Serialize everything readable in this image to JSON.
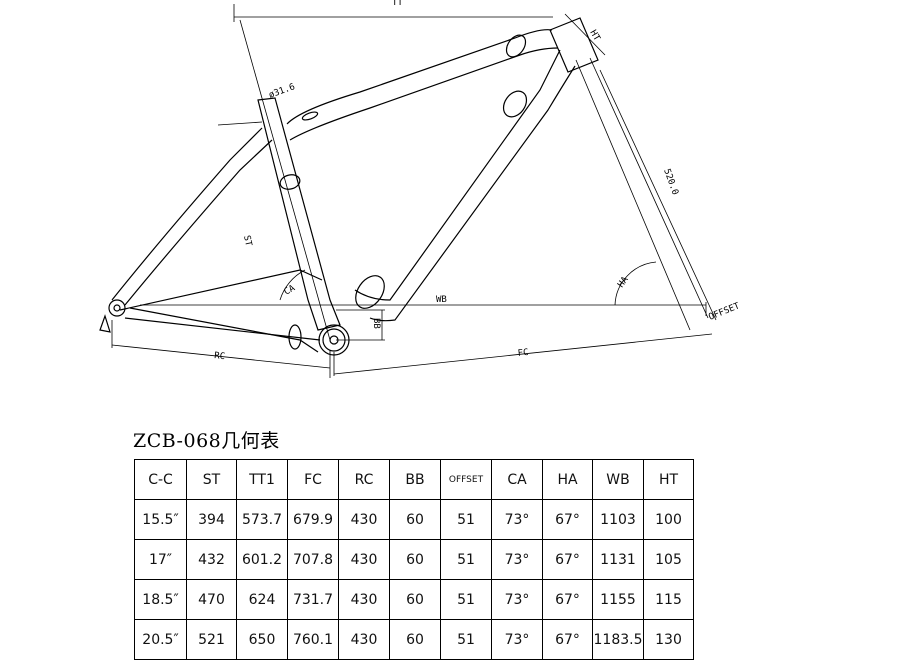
{
  "diagram": {
    "labels": {
      "tt": "TT",
      "ht": "HT",
      "seatpost": "ø31.6",
      "st": "ST",
      "fork_length": "520.0",
      "ca": "CA",
      "ha": "HA",
      "wb": "WB",
      "bb": "BB",
      "offset": "OFFSET",
      "rc": "RC",
      "fc": "FC"
    }
  },
  "table": {
    "title": "ZCB-068几何表",
    "headers": [
      "C-C",
      "ST",
      "TT1",
      "FC",
      "RC",
      "BB",
      "OFFSET",
      "CA",
      "HA",
      "WB",
      "HT"
    ],
    "rows": [
      [
        "15.5″",
        "394",
        "573.7",
        "679.9",
        "430",
        "60",
        "51",
        "73°",
        "67°",
        "1103",
        "100"
      ],
      [
        "17″",
        "432",
        "601.2",
        "707.8",
        "430",
        "60",
        "51",
        "73°",
        "67°",
        "1131",
        "105"
      ],
      [
        "18.5″",
        "470",
        "624",
        "731.7",
        "430",
        "60",
        "51",
        "73°",
        "67°",
        "1155",
        "115"
      ],
      [
        "20.5″",
        "521",
        "650",
        "760.1",
        "430",
        "60",
        "51",
        "73°",
        "67°",
        "1183.5",
        "130"
      ]
    ]
  }
}
